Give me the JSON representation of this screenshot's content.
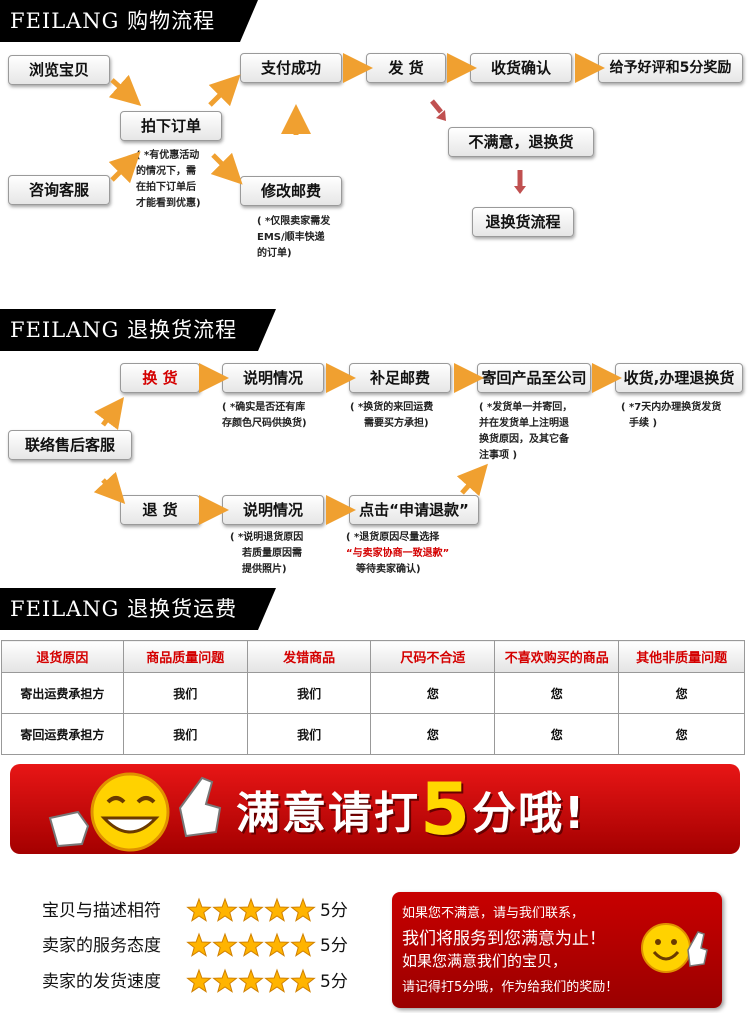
{
  "sec1": {
    "title": "FEILANG 购物流程",
    "browse": "浏览宝贝",
    "consult": "咨询客服",
    "order": "拍下订单",
    "order_note": [
      "( *有优惠活动",
      "的情况下，需",
      "在拍下订单后",
      "才能看到优惠)"
    ],
    "pay": "支付成功",
    "modify": "修改邮费",
    "modify_note": [
      "( *仅限卖家需发",
      "EMS/顺丰快递",
      "的订单)"
    ],
    "ship": "发 货",
    "confirm": "收货确认",
    "review": "给予好评和5分奖励",
    "unhappy": "不满意，退换货",
    "return_flow": "退换货流程"
  },
  "sec2": {
    "title": "FEILANG 退换货流程",
    "service": "联络售后客服",
    "exchange": "换 货",
    "explain": "说明情况",
    "explain_note1": [
      "( *确实是否还有库",
      "存颜色尺码供换货)"
    ],
    "postage": "补足邮费",
    "postage_note": [
      "( *换货的来回运费",
      "需要买方承担)"
    ],
    "sendback": "寄回产品至公司",
    "sendback_note": [
      "( *发货单一并寄回，",
      "并在发货单上注明退",
      "换货原因，及其它备",
      "注事项 )"
    ],
    "receive": "收货,办理退换货",
    "receive_note": [
      "( *7天内办理换货发货",
      "手续 )"
    ],
    "refund_item": "退 货",
    "explain2": "说明情况",
    "explain_note2": [
      "( *说明退货原因",
      "若质量原因需",
      "提供照片)"
    ],
    "apply": "点击“申请退款”",
    "apply_note1": "( *退货原因尽量选择",
    "apply_note2": "“与卖家协商一致退款”",
    "apply_note3": "等待卖家确认)"
  },
  "sec3": {
    "title": "FEILANG 退换货运费问题",
    "headers": [
      "退货原因",
      "商品质量问题",
      "发错商品",
      "尺码不合适",
      "不喜欢购买的商品",
      "其他非质量问题"
    ],
    "rows": [
      [
        "寄出运费承担方",
        "我们",
        "我们",
        "您",
        "您",
        "您"
      ],
      [
        "寄回运费承担方",
        "我们",
        "我们",
        "您",
        "您",
        "您"
      ]
    ]
  },
  "banner": {
    "text1": "满意请打",
    "num": "5",
    "text2": "分哦!"
  },
  "ratings": [
    {
      "label": "宝贝与描述相符",
      "stars": 5,
      "score": "5分"
    },
    {
      "label": "卖家的服务态度",
      "stars": 5,
      "score": "5分"
    },
    {
      "label": "卖家的发货速度",
      "stars": 5,
      "score": "5分"
    }
  ],
  "card": {
    "line1": "如果您不满意，请与我们联系，",
    "line2": "我们将服务到您满意为止！",
    "line3": "如果您满意我们的宝贝，",
    "line4": "请记得打5分哦，作为给我们的奖励！"
  },
  "colors": {
    "accent": "#d40000",
    "arrow": "#f0a030",
    "header_bg": "#000000",
    "star": "#ffb400"
  }
}
